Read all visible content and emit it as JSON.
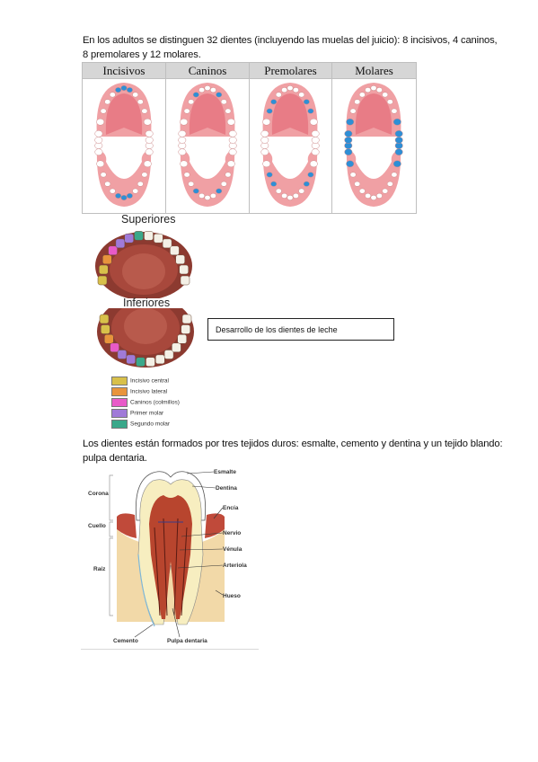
{
  "paragraph1": "En los adultos se distinguen 32 dientes (incluyendo las muelas del juicio): 8 incisivos, 4 caninos, 8 premolares y 12 molares.",
  "chart": {
    "headers": [
      "Incisivos",
      "Caninos",
      "Premolares",
      "Molares"
    ]
  },
  "arch_image": {
    "upper_label": "Superiores",
    "lower_label": "Inferiores"
  },
  "legend": [
    {
      "label": "Incisivo central",
      "color": "#d8c04a"
    },
    {
      "label": "Incisivo lateral",
      "color": "#e8943c"
    },
    {
      "label": "Caninos (colmillos)",
      "color": "#e85ac8"
    },
    {
      "label": "Primer molar",
      "color": "#a07ad8"
    },
    {
      "label": "Segundo molar",
      "color": "#3aa88a"
    }
  ],
  "dev_box_text": "Desarrollo de los dientes de leche",
  "paragraph2": "Los dientes están formados por tres tejidos duros: esmalte, cemento y dentina y un tejido blando: pulpa dentaria.",
  "tooth_labels": {
    "esmalte": "Esmalte",
    "dentina": "Dentina",
    "encia": "Encía",
    "nervio": "Nervio",
    "venula": "Vénula",
    "arteriola": "Arteriola",
    "hueso": "Hueso",
    "corona": "Corona",
    "cuello": "Cuello",
    "raiz": "Raíz",
    "cemento": "Cemento",
    "pulpa": "Pulpa dentaria"
  },
  "colors": {
    "highlight_blue": "#2e8fd6",
    "gum_pink": "#f0a0a4",
    "palate_pink": "#e87c86"
  }
}
